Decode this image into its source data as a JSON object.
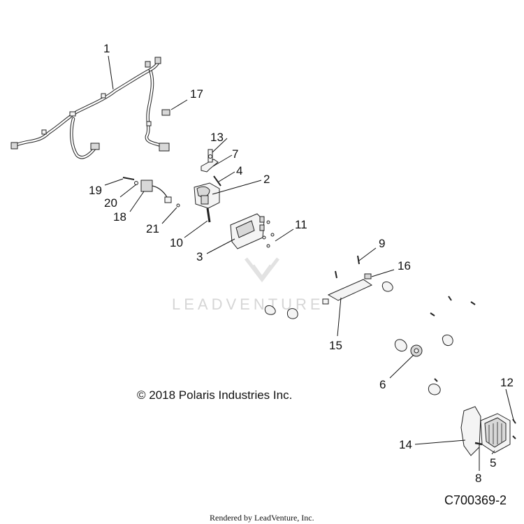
{
  "callouts": [
    "1",
    "2",
    "3",
    "4",
    "5",
    "6",
    "7",
    "8",
    "9",
    "10",
    "11",
    "12",
    "13",
    "14",
    "15",
    "16",
    "17",
    "18",
    "19",
    "20",
    "21"
  ],
  "copyright": "© 2018 Polaris Industries Inc.",
  "diagram_code": "C700369-2",
  "rendered_by": "Rendered by LeadVenture, Inc.",
  "watermark": "LEADVENTURE"
}
